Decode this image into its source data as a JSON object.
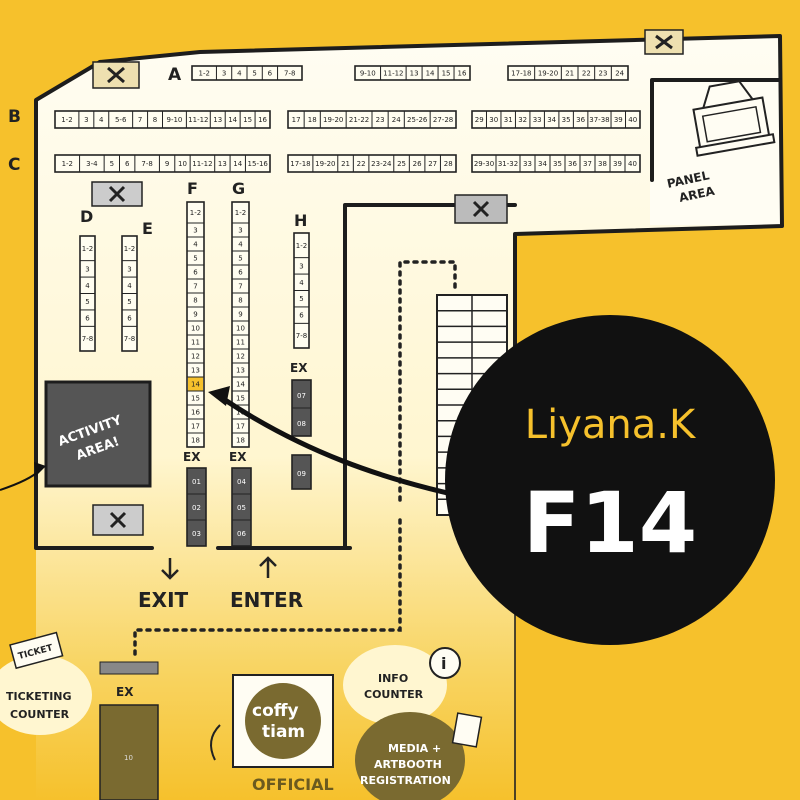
{
  "rows": {
    "A": {
      "label": "A",
      "groups": [
        {
          "cells": [
            "1-2",
            "3",
            "4",
            "5",
            "6",
            "7-8"
          ]
        },
        {
          "cells": [
            "9-10",
            "11-12",
            "13",
            "14",
            "15",
            "16"
          ]
        },
        {
          "cells": [
            "17-18",
            "19-20",
            "21",
            "22",
            "23",
            "24"
          ]
        }
      ]
    },
    "B": {
      "label": "B",
      "groups": [
        {
          "cells": [
            "1-2",
            "3",
            "4",
            "5-6",
            "7",
            "8",
            "9-10",
            "11-12",
            "13",
            "14",
            "15",
            "16"
          ]
        },
        {
          "cells": [
            "17",
            "18",
            "19-20",
            "21-22",
            "23",
            "24",
            "25-26",
            "27-28"
          ]
        },
        {
          "cells": [
            "29",
            "30",
            "31",
            "32",
            "33",
            "34",
            "35",
            "36",
            "37-38",
            "39",
            "40"
          ]
        }
      ]
    },
    "C": {
      "label": "C",
      "groups": [
        {
          "cells": [
            "1-2",
            "3-4",
            "5",
            "6",
            "7-8",
            "9",
            "10",
            "11-12",
            "13",
            "14",
            "15-16"
          ]
        },
        {
          "cells": [
            "17-18",
            "19-20",
            "21",
            "22",
            "23-24",
            "25",
            "26",
            "27",
            "28"
          ]
        },
        {
          "cells": [
            "29-30",
            "31-32",
            "33",
            "34",
            "35",
            "36",
            "37",
            "38",
            "39",
            "40"
          ]
        }
      ]
    }
  },
  "columns": {
    "D": {
      "label": "D",
      "cells": [
        "1-2",
        "3",
        "4",
        "5",
        "6",
        "7-8"
      ]
    },
    "E": {
      "label": "E",
      "cells": [
        "1-2",
        "3",
        "4",
        "5",
        "6",
        "7-8"
      ]
    },
    "F": {
      "label": "F",
      "cells": [
        "1-2",
        "3",
        "4",
        "5",
        "6",
        "7",
        "8",
        "9",
        "10",
        "11",
        "12",
        "13",
        "14",
        "15",
        "16",
        "17",
        "18"
      ]
    },
    "G": {
      "label": "G",
      "cells": [
        "1-2",
        "3",
        "4",
        "5",
        "6",
        "7",
        "8",
        "9",
        "10",
        "11",
        "12",
        "13",
        "14",
        "15",
        "16",
        "17",
        "18"
      ]
    },
    "H": {
      "label": "H",
      "cells": [
        "1-2",
        "3",
        "4",
        "5",
        "6",
        "7-8"
      ]
    }
  },
  "ex_blocks": {
    "ex_label": "EX",
    "f": [
      "01",
      "02",
      "03"
    ],
    "g": [
      "04",
      "05",
      "06"
    ],
    "h": [
      "07",
      "08",
      "09"
    ],
    "bottom": [
      "10"
    ]
  },
  "areas": {
    "activity": [
      "ACTIVITY",
      "AREA!"
    ],
    "panel": [
      "PANEL",
      "AREA"
    ],
    "exit": "EXIT",
    "enter": "ENTER",
    "ticketing": [
      "TICKETING",
      "COUNTER"
    ],
    "ticket": "TICKET",
    "info": [
      "INFO",
      "COUNTER"
    ],
    "coffee": [
      "coffy",
      "tiam"
    ],
    "official": "OFFICIAL",
    "media": [
      "MEDIA +",
      "ARTBOOTH",
      "REGISTRATION"
    ]
  },
  "highlight": {
    "name": "Liyana.K",
    "booth": "F14",
    "booth_cell": "14",
    "color_accent": "#f6c12c",
    "color_circle": "#111111"
  }
}
